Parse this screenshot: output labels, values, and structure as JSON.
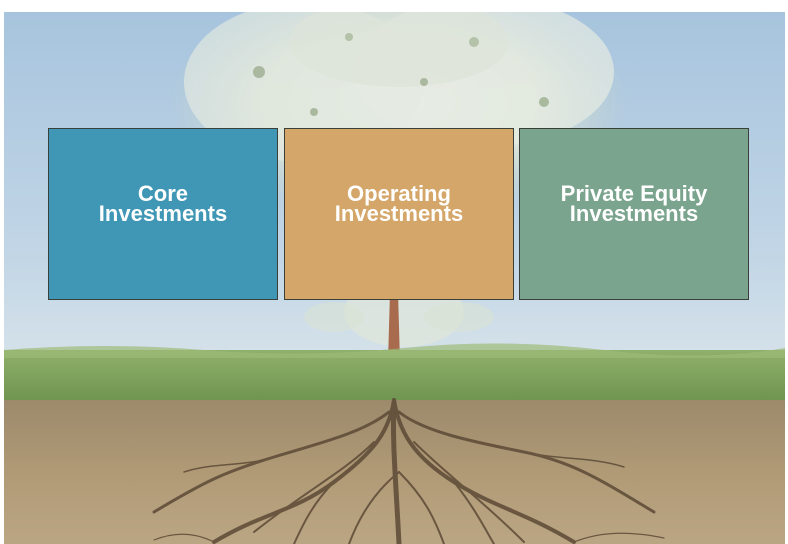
{
  "boxes": [
    {
      "line1": "Core",
      "line2": "Investments",
      "color": "#3f97b5"
    },
    {
      "line1": "Operating",
      "line2": "Investments",
      "color": "#d5a66a"
    },
    {
      "line1": "Private Equity",
      "line2": "Investments",
      "color": "#7aa48d"
    }
  ],
  "background": {
    "sky_color": "#9ebfdc",
    "grass_color": "#7fa35a",
    "soil_color": "#a8916e",
    "tree_foliage_color": "#e6ebe0"
  }
}
